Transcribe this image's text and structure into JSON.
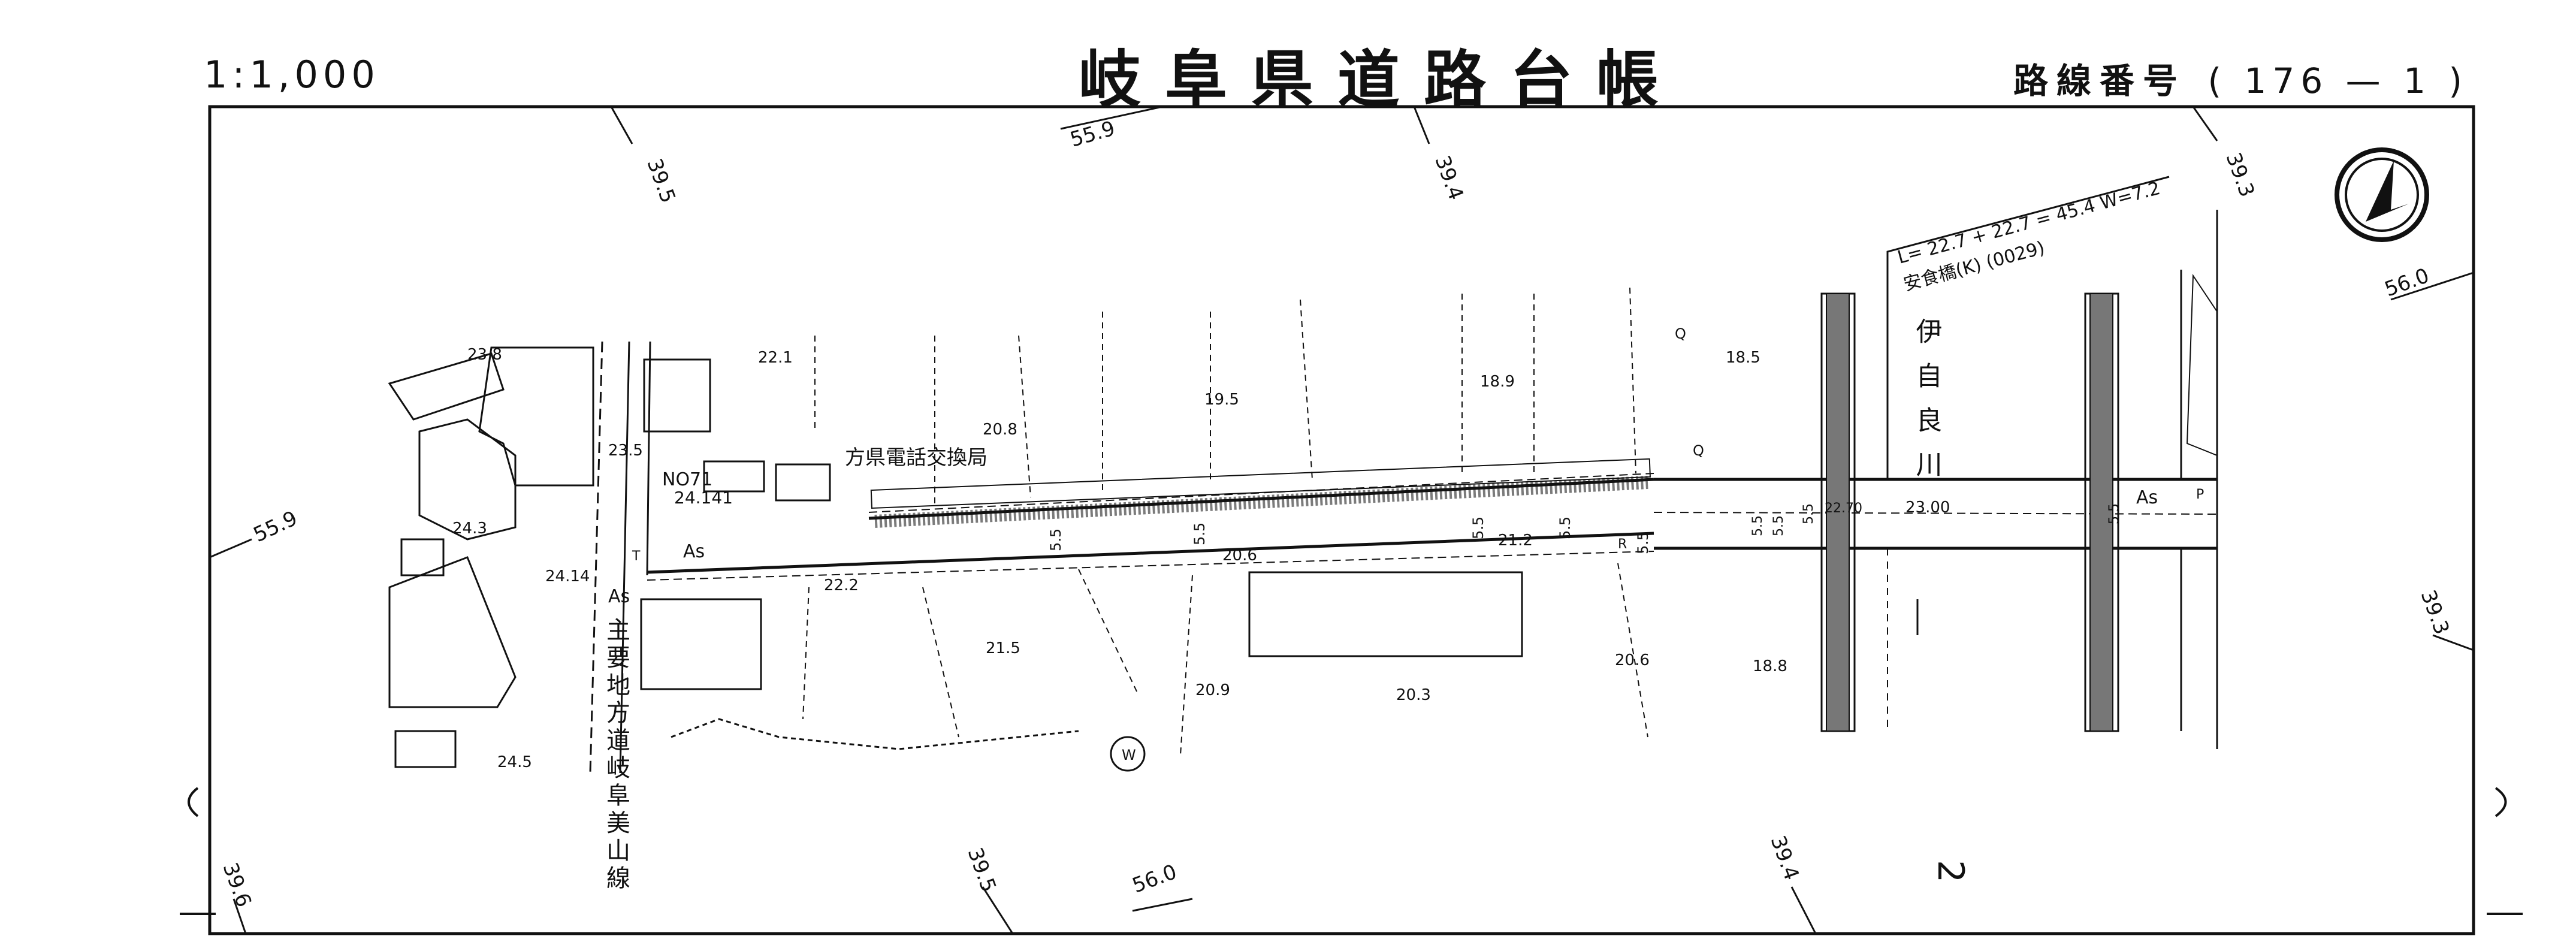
{
  "header": {
    "scale": "1:1,000",
    "title": "岐阜県道路台帳",
    "route_label": "路線番号",
    "route_value": "( 176 — 1 )"
  },
  "sheet_number": "2",
  "bridge": {
    "dims": "L= 22.7 + 22.7 = 45.4  W=7.2",
    "name": "安食橋(K) (0029)"
  },
  "river": "伊自良川",
  "road_name": "主要地方道岐阜美山線",
  "facility": "方県電話交換局",
  "benchmark": "NO71",
  "surface": "As",
  "marks": [
    "Q",
    "Q",
    "W",
    "R",
    "P",
    "T"
  ],
  "contours": [
    "39.5",
    "55.9",
    "39.4",
    "39.3",
    "56.0",
    "55.9",
    "39.3",
    "39.6",
    "39.5",
    "56.0",
    "39.4"
  ],
  "elevations": [
    "23.8",
    "22.1",
    "20.8",
    "19.5",
    "18.9",
    "18.5",
    "23.5",
    "24.141",
    "24.3",
    "24.14",
    "22.2",
    "21.5",
    "20.6",
    "20.9",
    "20.3",
    "20.6",
    "18.8",
    "24.5",
    "22.70",
    "23.00",
    "21.2"
  ],
  "widths": [
    "5.5",
    "5.5",
    "5.5",
    "5.5",
    "5.5",
    "5.5",
    "5.5",
    "5.5",
    "5.5"
  ]
}
